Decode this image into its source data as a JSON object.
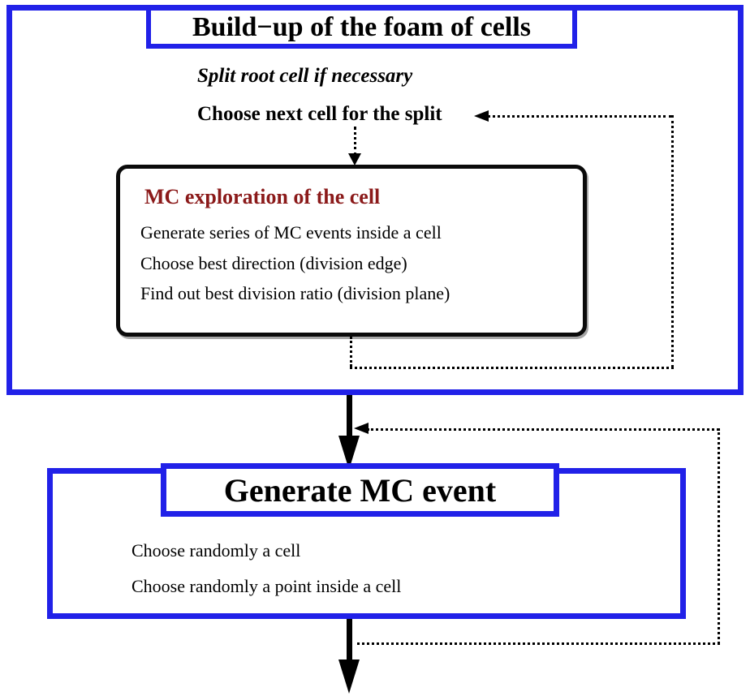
{
  "diagram": {
    "build_phase": {
      "title": "Build−up of the foam of cells",
      "step_split": "Split root cell if necessary",
      "step_choose": "Choose next cell for the split",
      "exploration": {
        "title": "MC exploration of the cell",
        "steps": [
          "Generate series of MC events inside a cell",
          "Choose best direction (division edge)",
          "Find out best division ratio (division plane)"
        ]
      }
    },
    "generate_phase": {
      "title": "Generate MC event",
      "steps": [
        "Choose randomly a cell",
        "Choose randomly a point inside a cell"
      ]
    }
  },
  "colors": {
    "frame_blue": "#2121e8",
    "heading_red": "#8b1a1a",
    "line_black": "#000000"
  }
}
